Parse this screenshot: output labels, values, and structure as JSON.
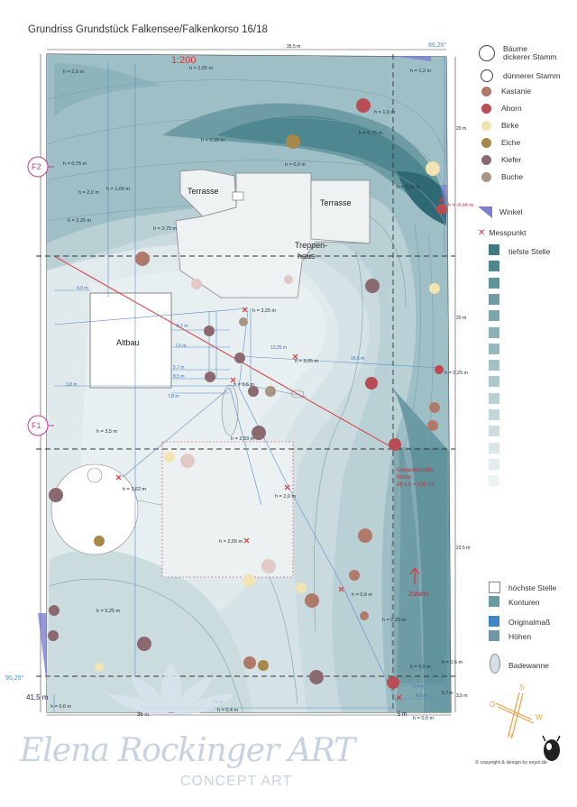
{
  "title": "Grundriss Grundstück Falkensee/Falkenkorso 16/18",
  "scale": "1:200",
  "markers": {
    "f1": "F1",
    "f2": "F2"
  },
  "angles": {
    "top_right": "86,26°",
    "bottom_left": "95,25°"
  },
  "dims": {
    "top": "35,5 m",
    "bottom": "36 m",
    "bottom_right_small": "5 m",
    "left_bottom": "41,5 m",
    "right_top": "20 m",
    "right_mid": "20 m",
    "right_low": "23,5 m",
    "right_b1": "6,7 m",
    "right_b2": "3,5 m",
    "a": "4,0 m",
    "b": "6,1 m",
    "c": "7,6 m",
    "d": "5,7 m",
    "e": "8,5 m",
    "f": "7,8 m",
    "g": "3,8 m",
    "h": "13,25 m",
    "i": "15,5 m",
    "j": "2,4 m",
    "k": "4,0 m",
    "l": "6,7 m",
    "m": "24 m"
  },
  "heights": [
    "h = 2,5 m",
    "h = 1,65 m",
    "h = 1,2 m",
    "h = 1,0 m",
    "h = 0,75 m",
    "h = 0,25 m",
    "h = 0,0 m",
    "h = 0,75 m",
    "h = 1,65 m",
    "h = 2,0 m",
    "h = 2,25 m",
    "h = 2,75 m",
    "h = 0,25 m",
    "h = -0,44 m",
    "h = 3,25 m",
    "h = 3,05 m",
    "h = 0,25 m",
    "h = 3,5 m",
    "h = 3,5 m",
    "h = 2,83 m",
    "h = 3,62 m",
    "h = 2,0 m",
    "h = 2,05 m",
    "h = 0,9 m",
    "h = 0,25 m",
    "h = 5,25 m",
    "h = 0,6 m",
    "h = 0,4 m",
    "h = 0,0 m",
    "h = 0,6 m",
    "h = 0,0 m"
  ],
  "labels": {
    "terrasse1": "Terrasse",
    "terrasse2": "Terrasse",
    "treppen1": "Treppen-",
    "treppen2": "haus",
    "altbau": "Altbau",
    "gemein1": "Gemeinschafts-",
    "gemein2": "fläche",
    "gemein3": "26 x 5 = 130 m²",
    "zufahrt": "Zufahrt"
  },
  "legend": {
    "trees": [
      {
        "label": "Bäume",
        "label2": "dickerer Stamm",
        "color": "#ffffff",
        "border": "#444444",
        "size": 16
      },
      {
        "label": "dünnerer Stamm",
        "color": "#ffffff",
        "border": "#444444",
        "size": 12
      },
      {
        "label": "Kastanie",
        "color": "#b07a6a"
      },
      {
        "label": "Ahorn",
        "color": "#b84d55"
      },
      {
        "label": "Birke",
        "color": "#f2e3b3"
      },
      {
        "label": "Eiche",
        "color": "#a58749"
      },
      {
        "label": "Kiefer",
        "color": "#8a6a70"
      },
      {
        "label": "Buche",
        "color": "#a99585"
      }
    ],
    "winkel": "Winkel",
    "messpunkt": "Messpunkt",
    "tiefste": "tiefste Stelle",
    "hoechste": "höchste Stelle",
    "konturen": "Konturen",
    "originalmass": "Originalmaß",
    "hoehen": "Höhen",
    "badewanne": "Badewanne",
    "gradient": [
      "#3d7a82",
      "#4f888f",
      "#5f949a",
      "#6e9ea4",
      "#7ca8ad",
      "#89b1b6",
      "#95b9be",
      "#a1c1c5",
      "#adc9cc",
      "#b8d0d3",
      "#c3d7da",
      "#cedee0",
      "#d9e5e7",
      "#e3ecee",
      "#edf2f4",
      "#ffffff"
    ],
    "compass": {
      "s": "S",
      "o": "O",
      "w": "W",
      "n": "N"
    }
  },
  "copyright": "© copyright & design by esyoi.de",
  "brand": {
    "name": "Elena Rockinger ART",
    "sub": "CONCEPT ART"
  }
}
